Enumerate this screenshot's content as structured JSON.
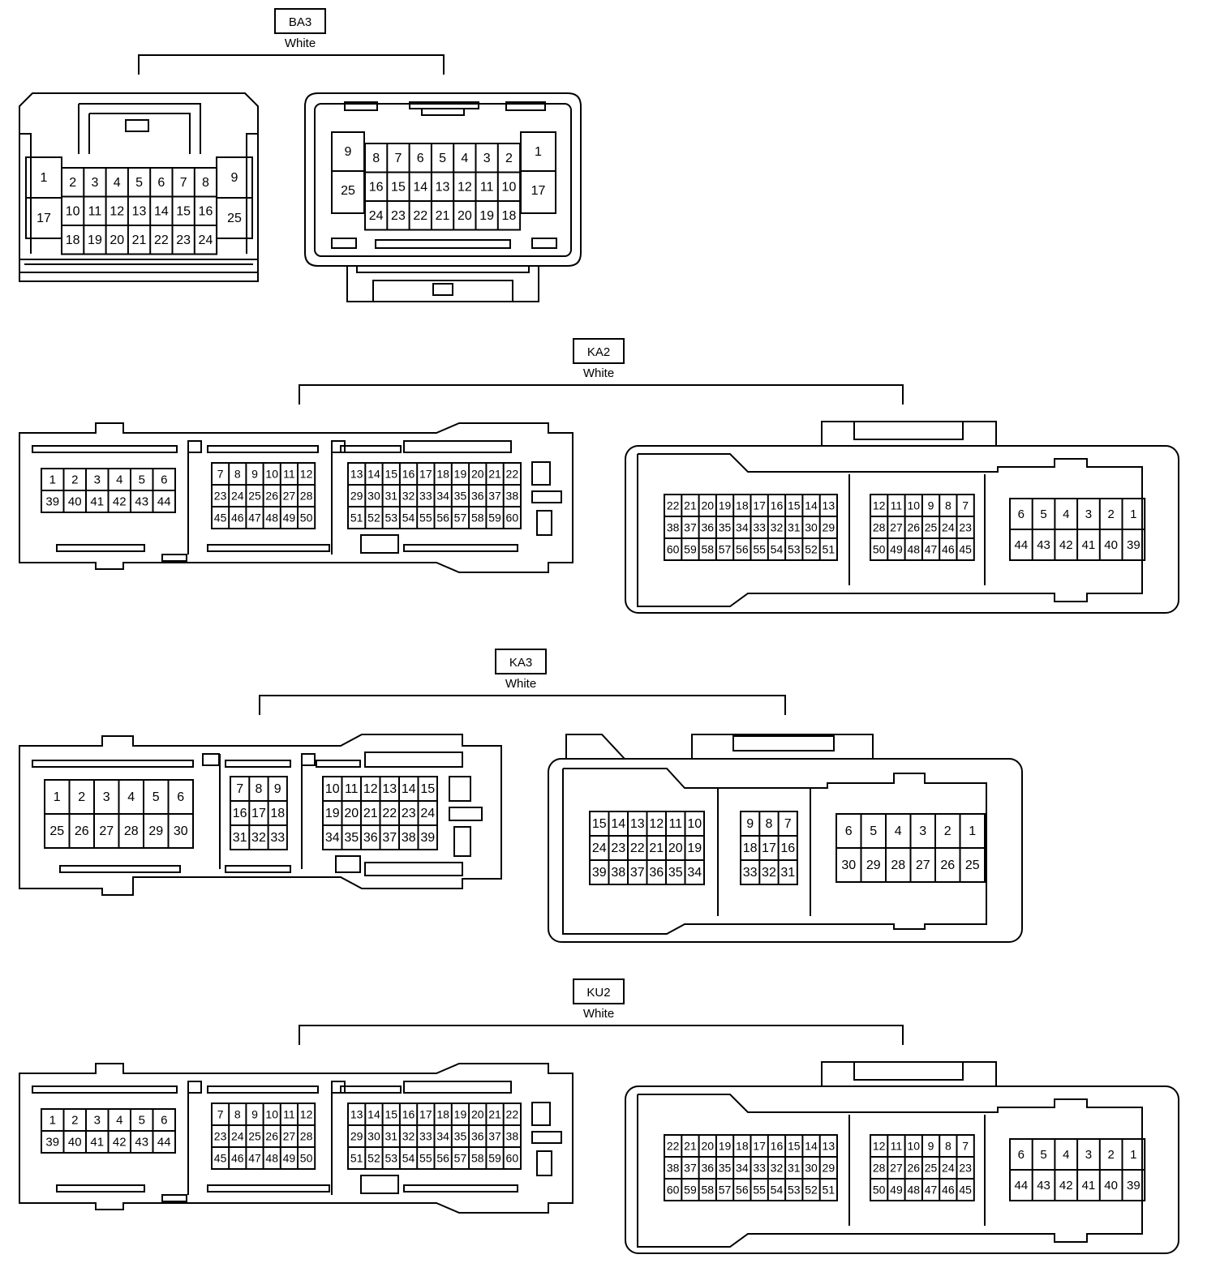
{
  "connectors": [
    {
      "label": "BA3",
      "color": "White"
    },
    {
      "label": "KA2",
      "color": "White"
    },
    {
      "label": "KA3",
      "color": "White"
    },
    {
      "label": "KU2",
      "color": "White"
    }
  ],
  "ba3": {
    "male": {
      "rows": [
        [
          "2",
          "3",
          "4",
          "5",
          "6",
          "7",
          "8"
        ],
        [
          "10",
          "11",
          "12",
          "13",
          "14",
          "15",
          "16"
        ],
        [
          "18",
          "19",
          "20",
          "21",
          "22",
          "23",
          "24"
        ]
      ],
      "side_left": [
        "1",
        "17"
      ],
      "side_right": [
        "9",
        "25"
      ]
    },
    "female": {
      "rows": [
        [
          "8",
          "7",
          "6",
          "5",
          "4",
          "3",
          "2"
        ],
        [
          "16",
          "15",
          "14",
          "13",
          "12",
          "11",
          "10"
        ],
        [
          "24",
          "23",
          "22",
          "21",
          "20",
          "19",
          "18"
        ]
      ],
      "side_left": [
        "9",
        "25"
      ],
      "side_right": [
        "1",
        "17"
      ]
    }
  },
  "ka2": {
    "male": [
      {
        "rows": [
          [
            "1",
            "2",
            "3",
            "4",
            "5",
            "6"
          ],
          [
            "39",
            "40",
            "41",
            "42",
            "43",
            "44"
          ]
        ]
      },
      {
        "rows": [
          [
            "7",
            "8",
            "9",
            "10",
            "11",
            "12"
          ],
          [
            "23",
            "24",
            "25",
            "26",
            "27",
            "28"
          ],
          [
            "45",
            "46",
            "47",
            "48",
            "49",
            "50"
          ]
        ]
      },
      {
        "rows": [
          [
            "13",
            "14",
            "15",
            "16",
            "17",
            "18",
            "19",
            "20",
            "21",
            "22"
          ],
          [
            "29",
            "30",
            "31",
            "32",
            "33",
            "34",
            "35",
            "36",
            "37",
            "38"
          ],
          [
            "51",
            "52",
            "53",
            "54",
            "55",
            "56",
            "57",
            "58",
            "59",
            "60"
          ]
        ]
      }
    ],
    "female": [
      {
        "rows": [
          [
            "22",
            "21",
            "20",
            "19",
            "18",
            "17",
            "16",
            "15",
            "14",
            "13"
          ],
          [
            "38",
            "37",
            "36",
            "35",
            "34",
            "33",
            "32",
            "31",
            "30",
            "29"
          ],
          [
            "60",
            "59",
            "58",
            "57",
            "56",
            "55",
            "54",
            "53",
            "52",
            "51"
          ]
        ]
      },
      {
        "rows": [
          [
            "12",
            "11",
            "10",
            "9",
            "8",
            "7"
          ],
          [
            "28",
            "27",
            "26",
            "25",
            "24",
            "23"
          ],
          [
            "50",
            "49",
            "48",
            "47",
            "46",
            "45"
          ]
        ]
      },
      {
        "rows": [
          [
            "6",
            "5",
            "4",
            "3",
            "2",
            "1"
          ],
          [
            "44",
            "43",
            "42",
            "41",
            "40",
            "39"
          ]
        ]
      }
    ]
  },
  "ka3": {
    "male": [
      {
        "rows": [
          [
            "1",
            "2",
            "3",
            "4",
            "5",
            "6"
          ],
          [
            "25",
            "26",
            "27",
            "28",
            "29",
            "30"
          ]
        ]
      },
      {
        "rows": [
          [
            "7",
            "8",
            "9"
          ],
          [
            "16",
            "17",
            "18"
          ],
          [
            "31",
            "32",
            "33"
          ]
        ]
      },
      {
        "rows": [
          [
            "10",
            "11",
            "12",
            "13",
            "14",
            "15"
          ],
          [
            "19",
            "20",
            "21",
            "22",
            "23",
            "24"
          ],
          [
            "34",
            "35",
            "36",
            "37",
            "38",
            "39"
          ]
        ]
      }
    ],
    "female": [
      {
        "rows": [
          [
            "15",
            "14",
            "13",
            "12",
            "11",
            "10"
          ],
          [
            "24",
            "23",
            "22",
            "21",
            "20",
            "19"
          ],
          [
            "39",
            "38",
            "37",
            "36",
            "35",
            "34"
          ]
        ]
      },
      {
        "rows": [
          [
            "9",
            "8",
            "7"
          ],
          [
            "18",
            "17",
            "16"
          ],
          [
            "33",
            "32",
            "31"
          ]
        ]
      },
      {
        "rows": [
          [
            "6",
            "5",
            "4",
            "3",
            "2",
            "1"
          ],
          [
            "30",
            "29",
            "28",
            "27",
            "26",
            "25"
          ]
        ]
      }
    ]
  }
}
